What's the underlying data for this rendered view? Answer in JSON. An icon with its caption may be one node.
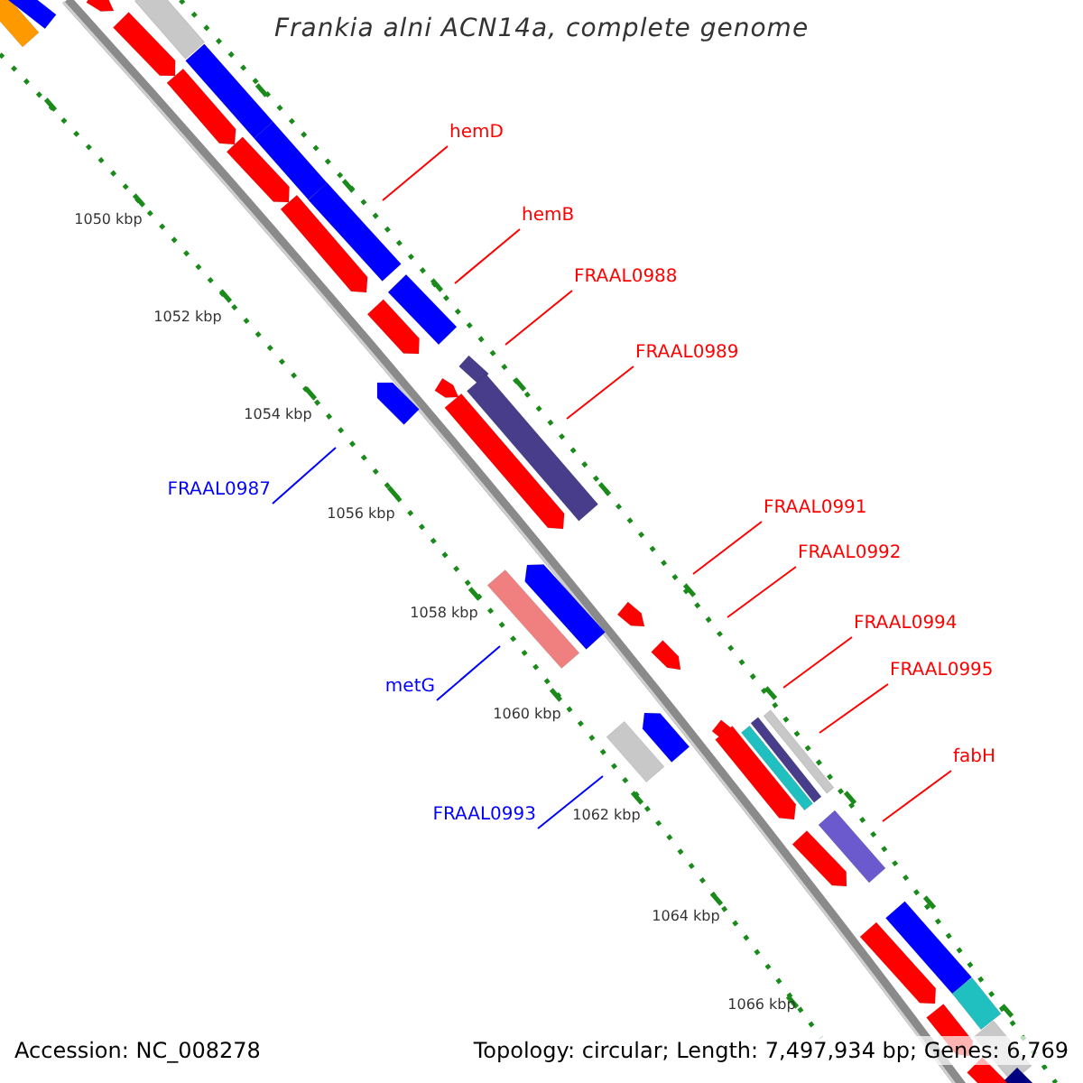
{
  "diagram": {
    "title": "Frankia alni ACN14a, complete genome",
    "nodes": [
      {
        "text": [
          "hemD"
        ]
      },
      {
        "text": [
          "hemB"
        ]
      },
      {
        "text": [
          "FRAAL0988"
        ]
      },
      {
        "text": [
          "FRAAL0989"
        ]
      },
      {
        "text": [
          "FRAAL0987"
        ]
      },
      {
        "text": [
          "FRAAL0991"
        ]
      },
      {
        "text": [
          "FRAAL0992"
        ]
      },
      {
        "text": [
          "metG"
        ]
      },
      {
        "text": [
          "FRAAL0994"
        ]
      },
      {
        "text": [
          "FRAAL0995"
        ]
      },
      {
        "text": [
          "FRAAL0993"
        ]
      },
      {
        "text": [
          "fabH"
        ]
      }
    ],
    "edges": [
      {
        "from": 0,
        "to": null,
        "arrow": "none"
      },
      {
        "from": 1,
        "to": null,
        "arrow": "none"
      },
      {
        "from": 2,
        "to": null,
        "arrow": "none"
      },
      {
        "from": 3,
        "to": null,
        "arrow": "none"
      },
      {
        "from": 4,
        "to": null,
        "arrow": "none",
        "color": "#0000ff"
      },
      {
        "from": 5,
        "to": null,
        "arrow": "none"
      },
      {
        "from": 6,
        "to": null,
        "arrow": "none"
      },
      {
        "from": 7,
        "to": null,
        "arrow": "none",
        "color": "#0000ff"
      },
      {
        "from": 8,
        "to": null,
        "arrow": "none"
      },
      {
        "from": 9,
        "to": null,
        "arrow": "none"
      },
      {
        "from": 10,
        "to": null,
        "arrow": "none",
        "color": "#0000ff"
      },
      {
        "from": 11,
        "to": null,
        "arrow": "none"
      }
    ],
    "labels": [
      "1050 kbp",
      "1052 kbp",
      "1054 kbp",
      "1056 kbp",
      "1058 kbp",
      "1060 kbp",
      "1062 kbp",
      "1064 kbp",
      "1066 kbp",
      "Accession: NC_008278",
      "Topology: circular; Length: 7,497,934 bp; Genes: 6,769"
    ]
  }
}
